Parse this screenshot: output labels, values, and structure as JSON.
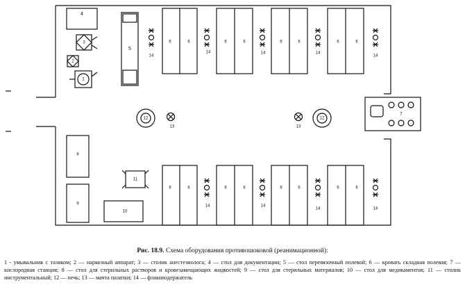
{
  "labels": {
    "n1": "1",
    "n2": "2",
    "n3": "3",
    "n4": "4",
    "n5": "5",
    "n6": "6",
    "n7": "7",
    "n8": "8",
    "n9": "9",
    "n10": "10",
    "n11": "11",
    "n12": "12",
    "n13": "13",
    "n14": "14"
  },
  "caption": {
    "figure": "Рис. 18.9.",
    "title": "Схема оборудования противошоковой (реанимационной):",
    "legend": "1 - умывальник с тазиком; 2 — наркозный аппарат; 3 — столик анестезиолога; 4 — стол для документации; 5 — стол перевязочный полевой; 6 — кровать складная полевая; 7 — кислородная станция; 8 — стол для стерильных растворов и кровезамещающих жидкостей; 9 — стол для стерильных материалов; 10 — стол для медикаментов; 11 — столик инструментальный; 12 — печь; 13 — мачта палатки; 14 — флаконодержатель"
  }
}
